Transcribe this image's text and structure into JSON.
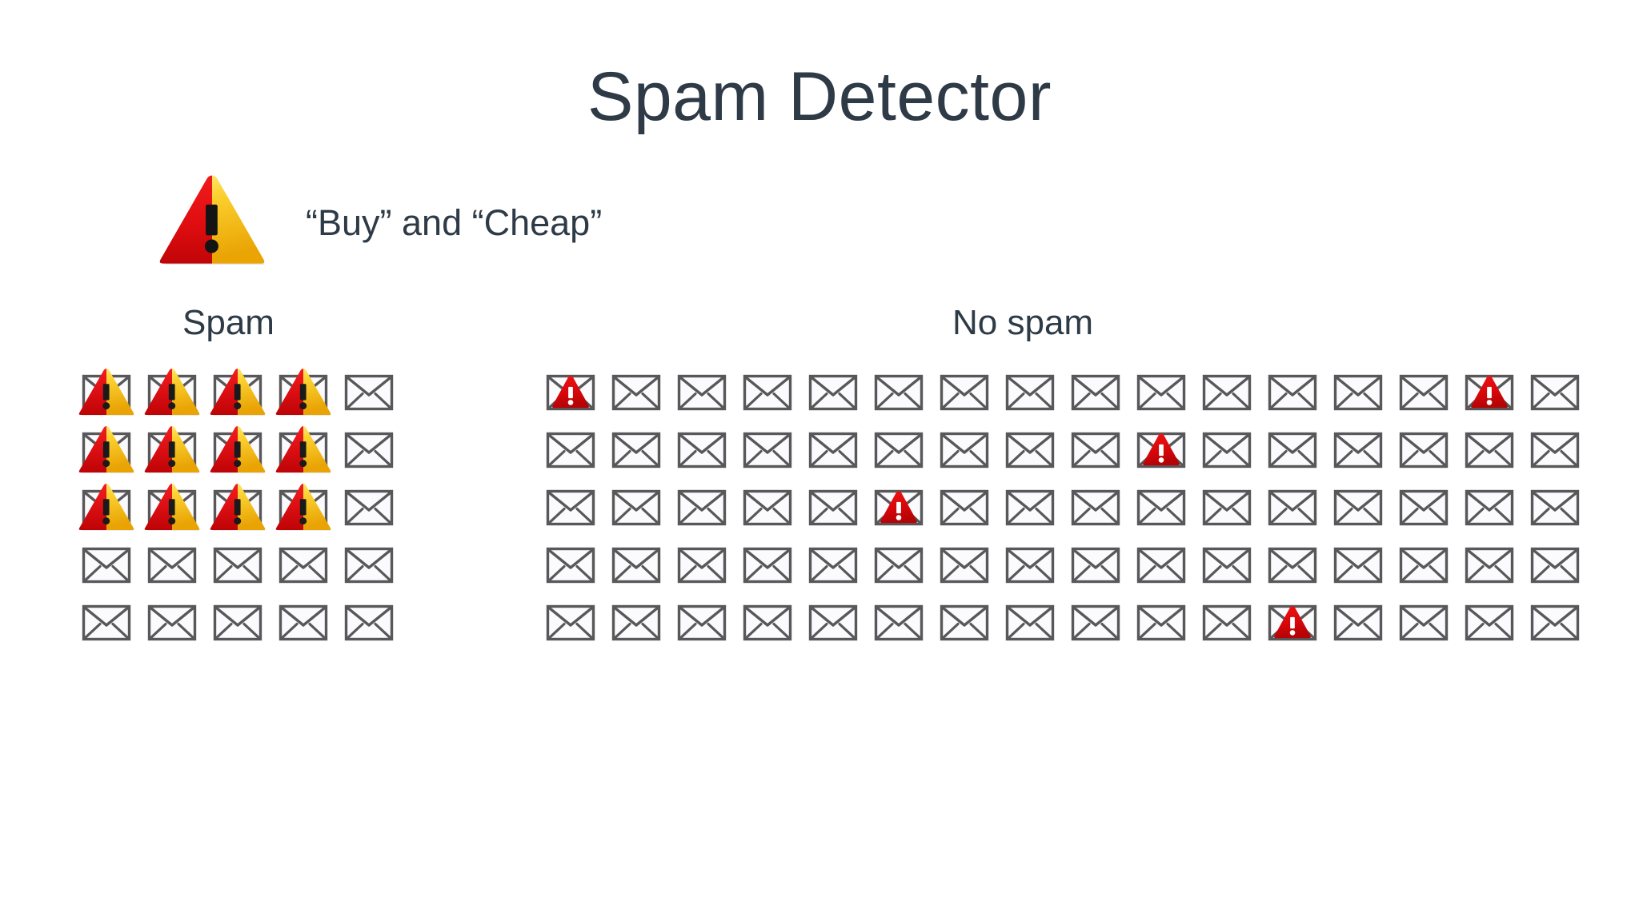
{
  "title": "Spam Detector",
  "legend": {
    "icon": "warning-triangle-icon",
    "label": "“Buy” and “Cheap”"
  },
  "colors": {
    "text": "#2e3b47",
    "background": "#ffffff",
    "envelope_stroke": "#58585a",
    "envelope_fill": "#fbfbfd",
    "warning_red": "#d90d12",
    "warning_yellow": "#f5c518",
    "warning_solid_red": "#d6060a",
    "warning_mark_dark": "#1a1a1a",
    "warning_mark_light": "#ffffff"
  },
  "columns": [
    {
      "key": "spam",
      "header": "Spam",
      "rows": 5,
      "cols": 5,
      "marker_style": "big-red-yellow",
      "flagged": [
        [
          1,
          1
        ],
        [
          1,
          2
        ],
        [
          1,
          3
        ],
        [
          1,
          4
        ],
        [
          2,
          1
        ],
        [
          2,
          2
        ],
        [
          2,
          3
        ],
        [
          2,
          4
        ],
        [
          3,
          1
        ],
        [
          3,
          2
        ],
        [
          3,
          3
        ],
        [
          3,
          4
        ]
      ],
      "flagged_count": 12,
      "total_count": 25
    },
    {
      "key": "no_spam",
      "header": "No spam",
      "rows": 5,
      "cols": 16,
      "marker_style": "small-solid-red",
      "flagged": [
        [
          1,
          1
        ],
        [
          1,
          15
        ],
        [
          2,
          10
        ],
        [
          3,
          6
        ],
        [
          5,
          12
        ]
      ],
      "flagged_count": 5,
      "total_count": 80
    }
  ]
}
